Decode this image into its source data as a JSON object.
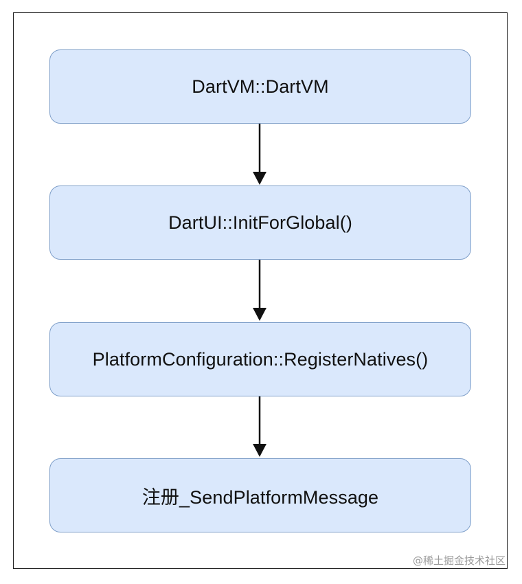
{
  "diagram": {
    "colors": {
      "node_fill": "#dae8fc",
      "node_border": "#7f9fc9",
      "arrow": "#111111",
      "frame_border": "#222222"
    },
    "nodes": [
      {
        "label": "DartVM::DartVM"
      },
      {
        "label": "DartUI::InitForGlobal()"
      },
      {
        "label": "PlatformConfiguration::RegisterNatives()"
      },
      {
        "label": "注册_SendPlatformMessage"
      }
    ],
    "edges": [
      {
        "from": 0,
        "to": 1
      },
      {
        "from": 1,
        "to": 2
      },
      {
        "from": 2,
        "to": 3
      }
    ]
  },
  "watermark": {
    "text": "@稀土掘金技术社区"
  }
}
